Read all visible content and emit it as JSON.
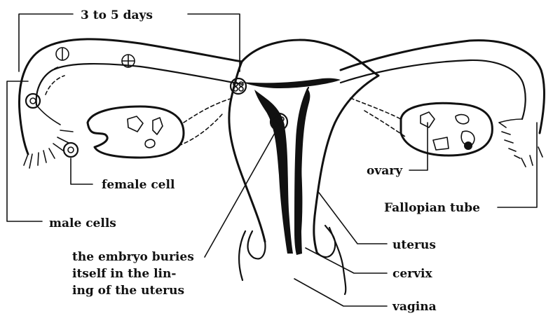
{
  "labels": {
    "duration": "3 to 5 days",
    "female_cell": "female cell",
    "male_cells": "male cells",
    "embryo_line1": "the embryo buries",
    "embryo_line2": "itself in the lin-",
    "embryo_line3": "ing of the uterus",
    "ovary": "ovary",
    "fallopian_tube": "Fallopian tube",
    "uterus": "uterus",
    "cervix": "cervix",
    "vagina": "vagina"
  }
}
